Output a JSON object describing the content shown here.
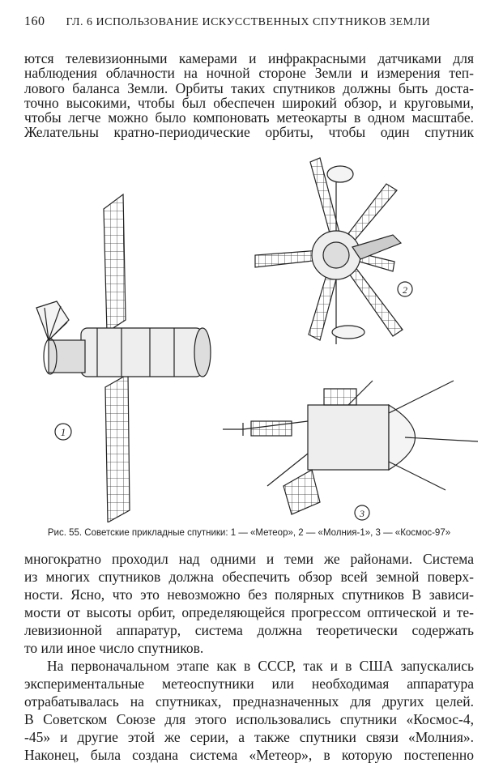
{
  "header": {
    "page_number": "160",
    "running_title": "ГЛ. 6 ИСПОЛЬЗОВАНИЕ ИСКУССТВЕННЫХ СПУТНИКОВ ЗЕМЛИ"
  },
  "paragraph_1": [
    "ются телевизионными камерами и инфракрасными датчиками для",
    "наблюдения облачности на ночной стороне Земли и измерения теп-",
    "лового баланса Земли. Орбиты таких спутников должны быть доста-",
    "точно высокими, чтобы был обеспечен широкий обзор, и круговыми,",
    "чтобы легче можно было компоновать метеокарты в одном масштабе.",
    "Желательны кратно-периодические орбиты, чтобы один спутник"
  ],
  "figure": {
    "labels": [
      "1",
      "2",
      "3"
    ],
    "caption": "Рис. 55. Советские прикладные спутники: 1 — «Метеор», 2 — «Молния-1», 3 — «Космос-97»"
  },
  "paragraph_2": [
    "многократно проходил над одними и теми же районами. Система",
    "из многих спутников должна обеспечить обзор всей земной поверх-",
    "ности. Ясно, что это невозможно без полярных спутников В зависи-",
    "мости от высоты орбит, определяющейся прогрессом оптической и те-",
    "левизионной аппаратур, система должна теоретически содержать",
    "то или иное число спутников."
  ],
  "paragraph_3": [
    "На первоначальном этапе как в СССР, так и в США запускались",
    "экспериментальные метеоспутники или необходимая аппаратура",
    "отрабатывалась на спутниках, предназначенных для других целей.",
    "В Советском Союзе для этого использовались спутники «Космос-4,",
    "-45» и другие этой же серии, а также спутники связи «Молния».",
    "Наконец, была создана система «Метеор», в которую постепенно"
  ]
}
